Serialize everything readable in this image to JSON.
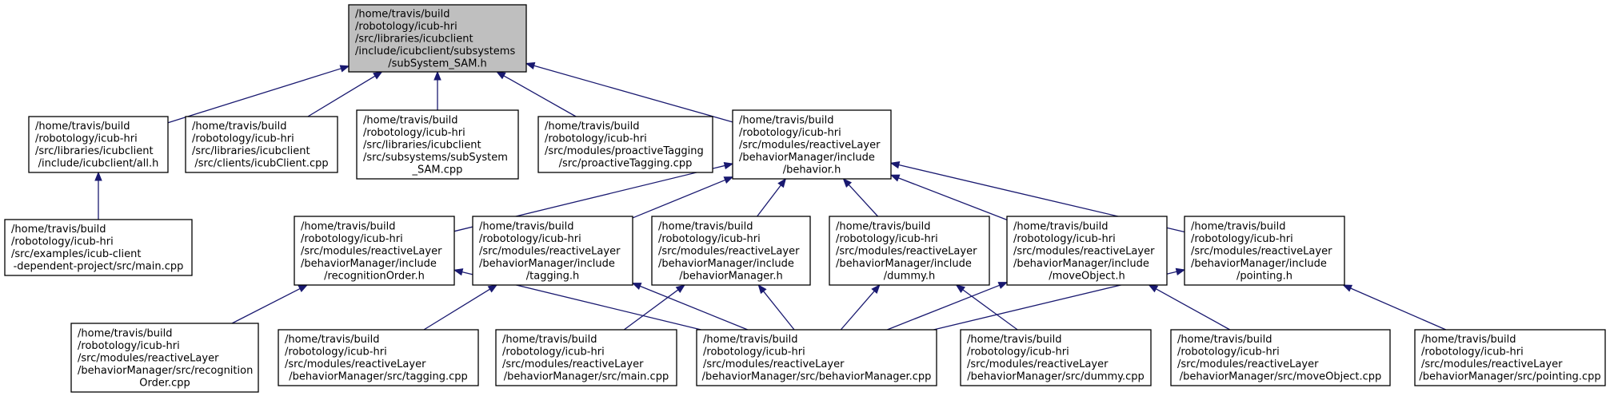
{
  "nodes": [
    {
      "id": "root",
      "root": true,
      "lines": [
        "/home/travis/build",
        "/robotology/icub-hri",
        "/src/libraries/icubclient",
        "/include/icubclient/subsystems",
        "/subSystem_SAM.h"
      ]
    },
    {
      "id": "all_h",
      "lines": [
        "/home/travis/build",
        "/robotology/icub-hri",
        "/src/libraries/icubclient",
        "/include/icubclient/all.h"
      ]
    },
    {
      "id": "icubclient_cpp",
      "lines": [
        "/home/travis/build",
        "/robotology/icub-hri",
        "/src/libraries/icubclient",
        "/src/clients/icubClient.cpp"
      ]
    },
    {
      "id": "subsystem_sam_cpp",
      "lines": [
        "/home/travis/build",
        "/robotology/icub-hri",
        "/src/libraries/icubclient",
        "/src/subsystems/subSystem",
        "_SAM.cpp"
      ]
    },
    {
      "id": "proactivetagging_cpp",
      "lines": [
        "/home/travis/build",
        "/robotology/icub-hri",
        "/src/modules/proactiveTagging",
        "/src/proactiveTagging.cpp"
      ]
    },
    {
      "id": "behavior_h",
      "lines": [
        "/home/travis/build",
        "/robotology/icub-hri",
        "/src/modules/reactiveLayer",
        "/behaviorManager/include",
        "/behavior.h"
      ]
    },
    {
      "id": "example_main_cpp",
      "lines": [
        "/home/travis/build",
        "/robotology/icub-hri",
        "/src/examples/icub-client",
        "-dependent-project/src/main.cpp"
      ]
    },
    {
      "id": "recognitionorder_h",
      "lines": [
        "/home/travis/build",
        "/robotology/icub-hri",
        "/src/modules/reactiveLayer",
        "/behaviorManager/include",
        "/recognitionOrder.h"
      ]
    },
    {
      "id": "tagging_h",
      "lines": [
        "/home/travis/build",
        "/robotology/icub-hri",
        "/src/modules/reactiveLayer",
        "/behaviorManager/include",
        "/tagging.h"
      ]
    },
    {
      "id": "behaviormanager_h",
      "lines": [
        "/home/travis/build",
        "/robotology/icub-hri",
        "/src/modules/reactiveLayer",
        "/behaviorManager/include",
        "/behaviorManager.h"
      ]
    },
    {
      "id": "dummy_h",
      "lines": [
        "/home/travis/build",
        "/robotology/icub-hri",
        "/src/modules/reactiveLayer",
        "/behaviorManager/include",
        "/dummy.h"
      ]
    },
    {
      "id": "moveobject_h",
      "lines": [
        "/home/travis/build",
        "/robotology/icub-hri",
        "/src/modules/reactiveLayer",
        "/behaviorManager/include",
        "/moveObject.h"
      ]
    },
    {
      "id": "pointing_h",
      "lines": [
        "/home/travis/build",
        "/robotology/icub-hri",
        "/src/modules/reactiveLayer",
        "/behaviorManager/include",
        "/pointing.h"
      ]
    },
    {
      "id": "recognitionorder_cpp",
      "lines": [
        "/home/travis/build",
        "/robotology/icub-hri",
        "/src/modules/reactiveLayer",
        "/behaviorManager/src/recognition",
        "Order.cpp"
      ]
    },
    {
      "id": "tagging_cpp",
      "lines": [
        "/home/travis/build",
        "/robotology/icub-hri",
        "/src/modules/reactiveLayer",
        "/behaviorManager/src/tagging.cpp"
      ]
    },
    {
      "id": "main_cpp",
      "lines": [
        "/home/travis/build",
        "/robotology/icub-hri",
        "/src/modules/reactiveLayer",
        "/behaviorManager/src/main.cpp"
      ]
    },
    {
      "id": "behaviormanager_cpp",
      "lines": [
        "/home/travis/build",
        "/robotology/icub-hri",
        "/src/modules/reactiveLayer",
        "/behaviorManager/src/behaviorManager.cpp"
      ]
    },
    {
      "id": "dummy_cpp",
      "lines": [
        "/home/travis/build",
        "/robotology/icub-hri",
        "/src/modules/reactiveLayer",
        "/behaviorManager/src/dummy.cpp"
      ]
    },
    {
      "id": "moveobject_cpp",
      "lines": [
        "/home/travis/build",
        "/robotology/icub-hri",
        "/src/modules/reactiveLayer",
        "/behaviorManager/src/moveObject.cpp"
      ]
    },
    {
      "id": "pointing_cpp",
      "lines": [
        "/home/travis/build",
        "/robotology/icub-hri",
        "/src/modules/reactiveLayer",
        "/behaviorManager/src/pointing.cpp"
      ]
    }
  ],
  "edges": [
    {
      "from": "all_h",
      "to": "root"
    },
    {
      "from": "icubclient_cpp",
      "to": "root"
    },
    {
      "from": "subsystem_sam_cpp",
      "to": "root"
    },
    {
      "from": "proactivetagging_cpp",
      "to": "root"
    },
    {
      "from": "behavior_h",
      "to": "root"
    },
    {
      "from": "example_main_cpp",
      "to": "all_h"
    },
    {
      "from": "recognitionorder_h",
      "to": "behavior_h"
    },
    {
      "from": "tagging_h",
      "to": "behavior_h"
    },
    {
      "from": "behaviormanager_h",
      "to": "behavior_h"
    },
    {
      "from": "dummy_h",
      "to": "behavior_h"
    },
    {
      "from": "moveobject_h",
      "to": "behavior_h"
    },
    {
      "from": "pointing_h",
      "to": "behavior_h"
    },
    {
      "from": "recognitionorder_cpp",
      "to": "recognitionorder_h"
    },
    {
      "from": "behaviormanager_cpp",
      "to": "recognitionorder_h"
    },
    {
      "from": "tagging_cpp",
      "to": "tagging_h"
    },
    {
      "from": "behaviormanager_cpp",
      "to": "tagging_h"
    },
    {
      "from": "main_cpp",
      "to": "behaviormanager_h"
    },
    {
      "from": "behaviormanager_cpp",
      "to": "behaviormanager_h"
    },
    {
      "from": "behaviormanager_cpp",
      "to": "dummy_h"
    },
    {
      "from": "dummy_cpp",
      "to": "dummy_h"
    },
    {
      "from": "behaviormanager_cpp",
      "to": "moveobject_h"
    },
    {
      "from": "moveobject_cpp",
      "to": "moveobject_h"
    },
    {
      "from": "behaviormanager_cpp",
      "to": "pointing_h"
    },
    {
      "from": "pointing_cpp",
      "to": "pointing_h"
    }
  ],
  "colors": {
    "edge": "#191970",
    "root_fill": "#bfbfbf",
    "node_fill": "#ffffff",
    "node_stroke": "#000000"
  }
}
